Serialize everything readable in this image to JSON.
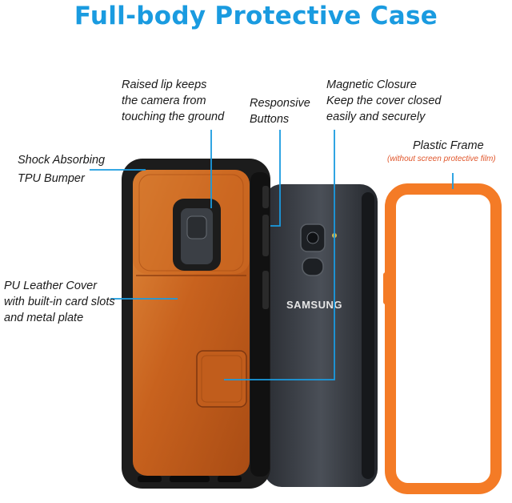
{
  "title": "Full-body Protective Case",
  "colors": {
    "title": "#1a9be0",
    "callout_line": "#1a9be0",
    "leather": "#c8621e",
    "bumper": "#1c1c1c",
    "frame": "#f47b26",
    "note": "#e0552a"
  },
  "callouts": {
    "raised_lip": [
      "Raised lip keeps",
      "the camera from",
      "touching the ground"
    ],
    "responsive_buttons": [
      "Responsive",
      "Buttons"
    ],
    "magnetic_closure": [
      "Magnetic Closure",
      "Keep the cover closed",
      "easily and securely"
    ],
    "shock_absorbing": [
      "Shock Absorbing",
      "TPU Bumper"
    ],
    "plastic_frame": {
      "label": "Plastic Frame",
      "note": "(without screen protective film)"
    },
    "pu_leather": [
      "PU Leather Cover",
      "with built-in card slots",
      "and metal plate"
    ]
  },
  "phone": {
    "brand_text": "SAMSUNG"
  }
}
